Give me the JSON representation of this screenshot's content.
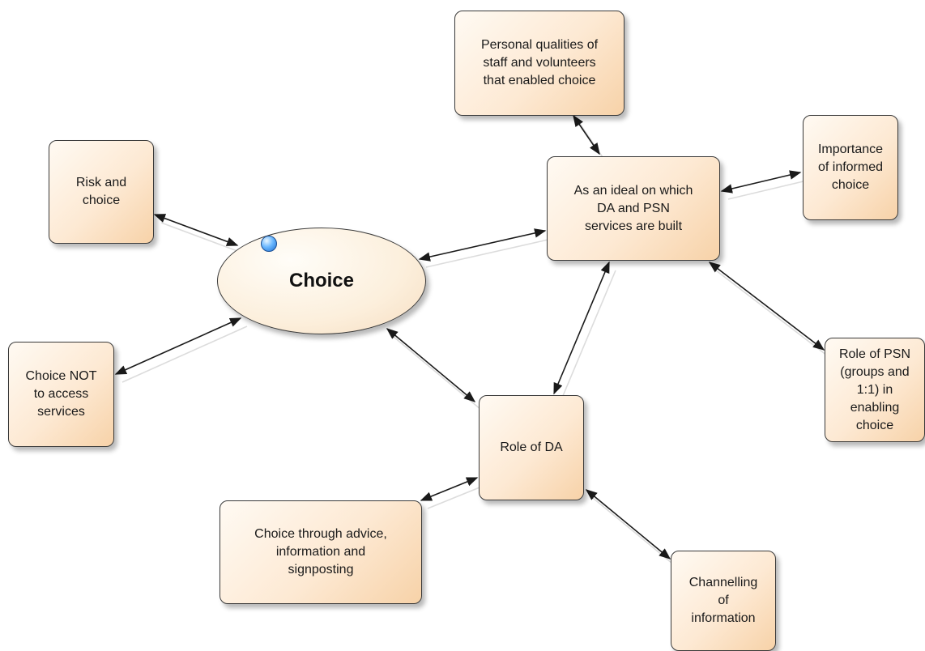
{
  "diagram": {
    "central": {
      "label": "Choice"
    },
    "nodes": [
      {
        "id": "risk",
        "label": "Risk and\nchoice"
      },
      {
        "id": "not-access",
        "label": "Choice NOT\nto access\nservices"
      },
      {
        "id": "personal",
        "label": "Personal qualities of\nstaff and volunteers\nthat enabled choice"
      },
      {
        "id": "ideal",
        "label": "As an ideal on which\nDA and PSN\nservices are built"
      },
      {
        "id": "informed",
        "label": "Importance\nof informed\nchoice"
      },
      {
        "id": "psn",
        "label": "Role of PSN\n(groups and\n1:1) in\nenabling\nchoice"
      },
      {
        "id": "da",
        "label": "Role of DA"
      },
      {
        "id": "advice",
        "label": "Choice through advice,\ninformation and\nsignposting"
      },
      {
        "id": "channel",
        "label": "Channelling\nof\ninformation"
      }
    ],
    "edges": [
      [
        "central",
        "risk"
      ],
      [
        "central",
        "not-access"
      ],
      [
        "central",
        "ideal"
      ],
      [
        "central",
        "da"
      ],
      [
        "ideal",
        "personal"
      ],
      [
        "ideal",
        "informed"
      ],
      [
        "ideal",
        "psn"
      ],
      [
        "ideal",
        "da"
      ],
      [
        "da",
        "advice"
      ],
      [
        "da",
        "channel"
      ]
    ],
    "colors": {
      "line": "#1a1a1a",
      "shadow_line": "#dcdcdc",
      "node_fill": "#fde9d3",
      "marker": "#4a9bf0"
    }
  }
}
